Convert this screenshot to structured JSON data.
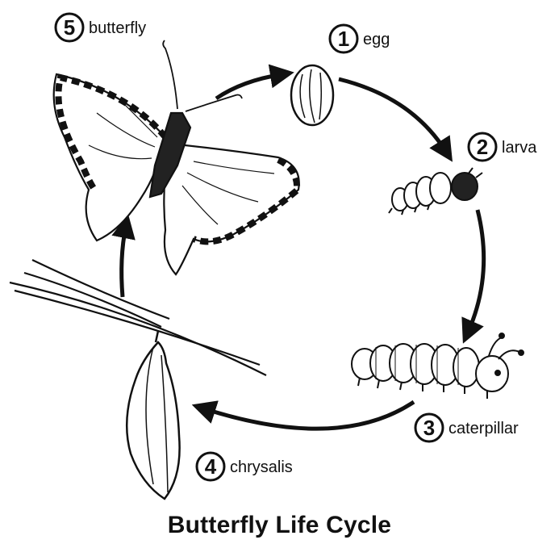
{
  "title": "Butterfly Life Cycle",
  "stages": [
    {
      "number": "1",
      "label": "egg",
      "icon": "egg-icon"
    },
    {
      "number": "2",
      "label": "larva",
      "icon": "larva-icon"
    },
    {
      "number": "3",
      "label": "caterpillar",
      "icon": "caterpillar-icon"
    },
    {
      "number": "4",
      "label": "chrysalis",
      "icon": "chrysalis-icon"
    },
    {
      "number": "5",
      "label": "butterfly",
      "icon": "butterfly-icon"
    }
  ],
  "colors": {
    "ink": "#111111",
    "background": "#ffffff"
  }
}
